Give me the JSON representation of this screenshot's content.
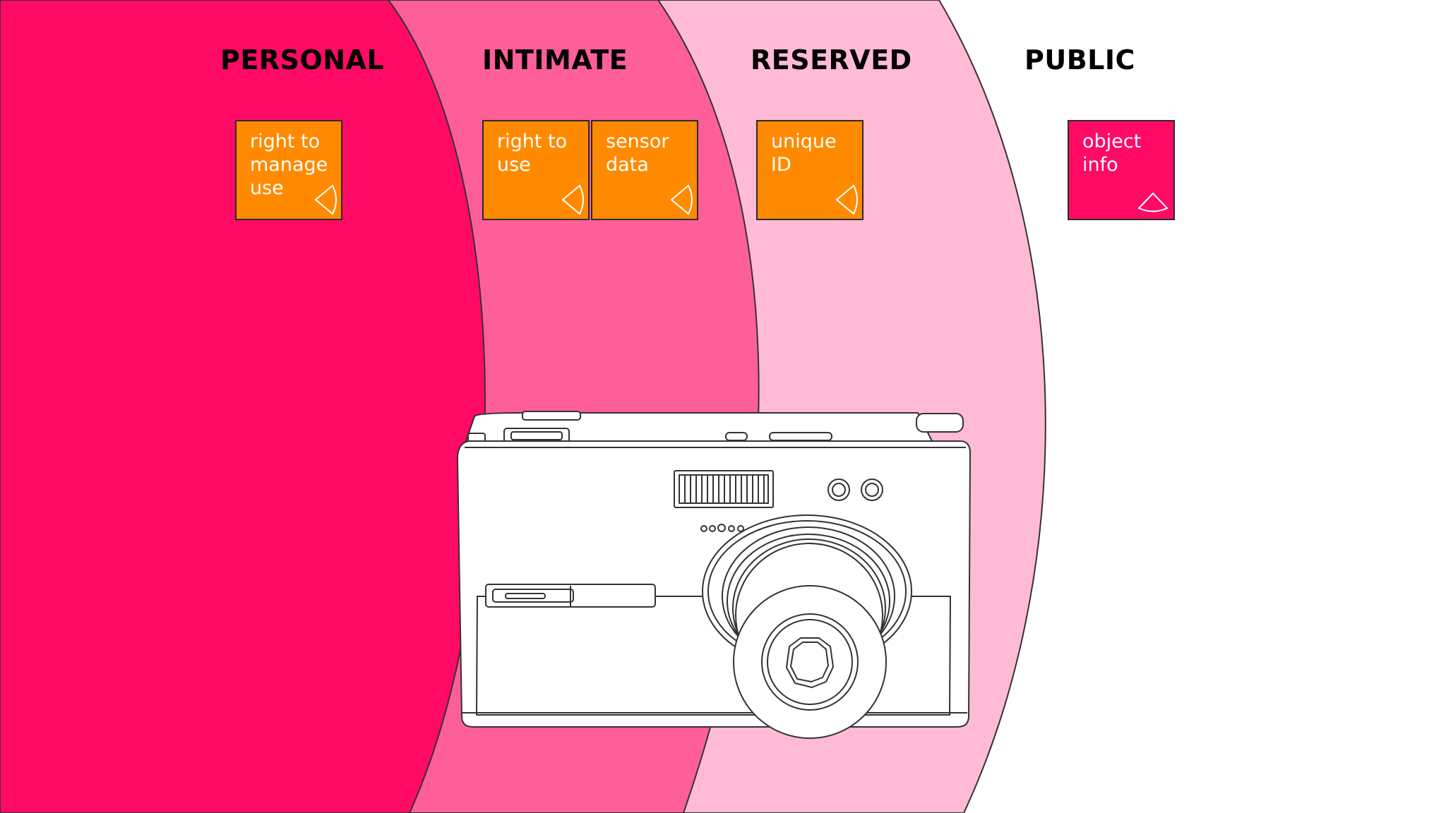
{
  "colors": {
    "personal_zone": "#ff0a64",
    "intimate_zone": "#ff5f98",
    "reserved_zone": "#ffbbd6",
    "public_zone": "#ffffff",
    "card_orange": "#ff8a00",
    "card_pink": "#ff0a64"
  },
  "zones": [
    {
      "label": "PERSONAL"
    },
    {
      "label": "INTIMATE"
    },
    {
      "label": "RESERVED"
    },
    {
      "label": "PUBLIC"
    }
  ],
  "cards": [
    {
      "label": "right to\nmanage\nuse",
      "zone": "PERSONAL",
      "icon": "sector-left-icon"
    },
    {
      "label": "right to\nuse",
      "zone": "INTIMATE",
      "icon": "sector-left-icon"
    },
    {
      "label": "sensor\ndata",
      "zone": "INTIMATE",
      "icon": "sector-left-icon"
    },
    {
      "label": "unique\nID",
      "zone": "RESERVED",
      "icon": "sector-left-icon"
    },
    {
      "label": "object\ninfo",
      "zone": "PUBLIC",
      "icon": "sector-down-icon"
    }
  ],
  "illustration": {
    "icon": "camera-icon"
  }
}
